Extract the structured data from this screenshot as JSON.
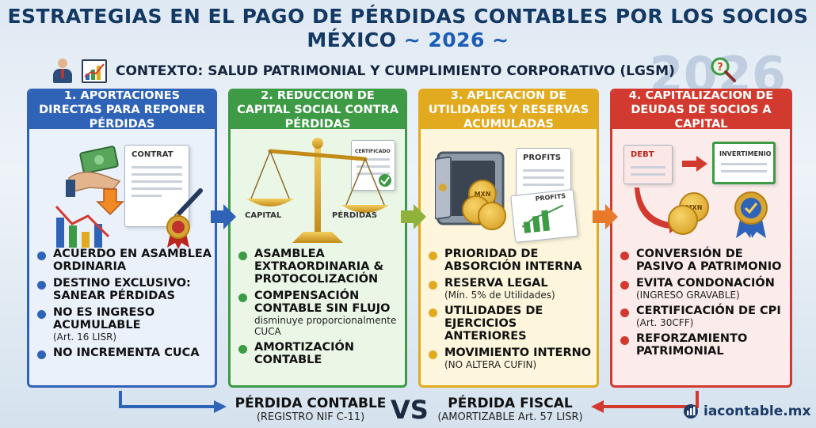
{
  "header": {
    "title_line1": "ESTRATEGIAS EN EL PAGO DE PÉRDIDAS CONTABLES POR LOS SOCIOS",
    "title_line2_prefix": "MÉXICO ",
    "title_line2_year": "~ 2026 ~",
    "background_year": "2026"
  },
  "context": {
    "text": "CONTEXTO: SALUD PATRIMONIAL Y CUMPLIMIENTO CORPORATIVO (LGSM)",
    "icons": [
      "businessman-icon",
      "growth-chart-icon",
      "magnifier-icon"
    ]
  },
  "panels": [
    {
      "heading": "1. APORTACIONES DIRECTAS PARA REPONER PÉRDIDAS",
      "color": "#2f63b8",
      "illustration": {
        "doc_label": "CONTRAT"
      },
      "bullets": [
        {
          "main": "Acuerdo en Asamblea Ordinaria",
          "sub": ""
        },
        {
          "main": "Destino exclusivo: Sanear pérdidas",
          "sub": ""
        },
        {
          "main": "No es ingreso acumulable",
          "sub": "(Art. 16 LISR)"
        },
        {
          "main": "No incrementa CUCA",
          "sub": ""
        }
      ]
    },
    {
      "heading": "2. REDUCCIÓN DE CAPITAL SOCIAL CONTRA PÉRDIDAS",
      "color": "#3d9a45",
      "illustration": {
        "left_label": "CAPITAL",
        "right_label": "PÉRDIDAS",
        "doc_label": "CERTIFICADO"
      },
      "bullets": [
        {
          "main": "Asamblea Extraordinaria & Protocolización",
          "sub": ""
        },
        {
          "main": "Compensación contable sin flujo",
          "sub": "disminuye proporcionalmente CUCA"
        },
        {
          "main": "Amortización contable",
          "sub": ""
        }
      ]
    },
    {
      "heading": "3. APLICACIÓN DE UTILIDADES Y RESERVAS ACUMULADAS",
      "color": "#e1aa1f",
      "illustration": {
        "doc_label1": "PROFITS",
        "doc_label2": "PROFITS",
        "coin_label": "MXN"
      },
      "bullets": [
        {
          "main": "Prioridad de absorción interna",
          "sub": ""
        },
        {
          "main": "Reserva legal",
          "sub": "(Mín. 5% de Utilidades)"
        },
        {
          "main": "Utilidades de ejercicios anteriores",
          "sub": ""
        },
        {
          "main": "Movimiento interno",
          "sub": "(NO ALTERA CUFIN)"
        }
      ]
    },
    {
      "heading": "4. CAPITALIZACIÓN DE DEUDAS DE SOCIOS A CAPITAL",
      "color": "#d33a2f",
      "illustration": {
        "debt_label": "DEBT",
        "cert_label": "INVERTIMENIO",
        "coin_label": "MXN"
      },
      "bullets": [
        {
          "main": "Conversión de pasivo a patrimonio",
          "sub": ""
        },
        {
          "main": "Evita condonación",
          "sub": "(INGRESO GRAVABLE)"
        },
        {
          "main": "Certificación de CPI",
          "sub": "(Art. 30CFF)"
        },
        {
          "main": "Reforzamiento patrimonial",
          "sub": ""
        }
      ]
    }
  ],
  "bottom": {
    "left_main": "PÉRDIDA CONTABLE",
    "left_sub": "(REGISTRO NIF C-11)",
    "vs": "VS",
    "right_main": "PÉRDIDA FISCAL",
    "right_sub": "(AMORTIZABLE Art. 57 LISR)",
    "brand": "iacontable.mx"
  }
}
